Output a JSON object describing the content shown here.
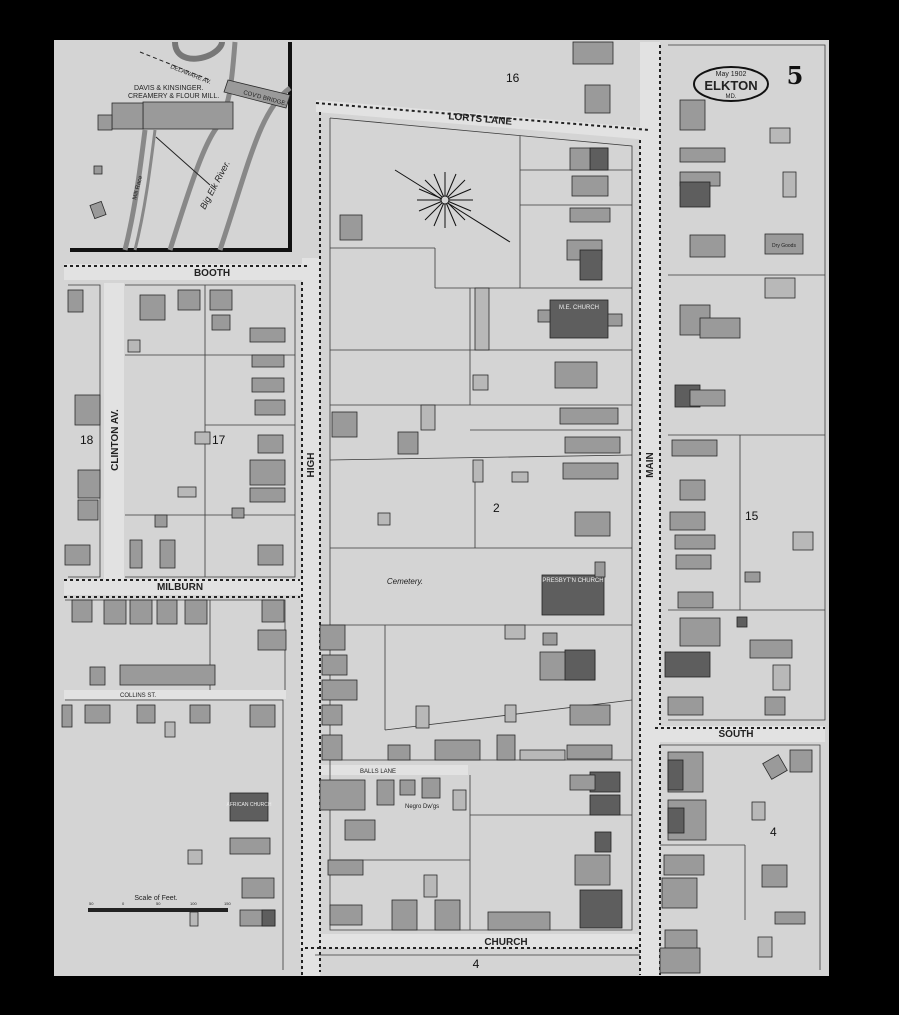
{
  "title_cartouche": {
    "date": "May 1902",
    "town": "ELKTON",
    "state": "MD."
  },
  "sheet_number": "5",
  "streets": {
    "lorts_lane": "LORTS LANE",
    "booth": "BOOTH",
    "clinton": "CLINTON AV.",
    "high": "HIGH",
    "milburn": "MILBURN",
    "collins": "COLLINS ST.",
    "main": "MAIN",
    "south": "SOUTH",
    "church": "CHURCH",
    "balls_lane": "BALLS LANE",
    "delaware": "DELAWARE AV."
  },
  "blocks": [
    "16",
    "18",
    "17",
    "2",
    "15",
    "4",
    "4"
  ],
  "inset": {
    "mill_name": "DAVIS & KINSINGER.",
    "mill_type": "CREAMERY & FLOUR MILL.",
    "bridge": "COV'D BRIDGE.",
    "river": "Big Elk River.",
    "race": "Mill Race"
  },
  "landmarks": {
    "cemetery": "Cemetery.",
    "me_church": "M.E. CHURCH",
    "presbyterian": "PRESBYT'N CHURCH",
    "african": "AFRICAN CHURCH",
    "negro_dwgs": "Negro Dw'gs",
    "dry_goods": "Dry Goods"
  },
  "scale": {
    "label": "Scale of Feet.",
    "ticks": [
      "50",
      "0",
      "50",
      "100",
      "150"
    ]
  }
}
